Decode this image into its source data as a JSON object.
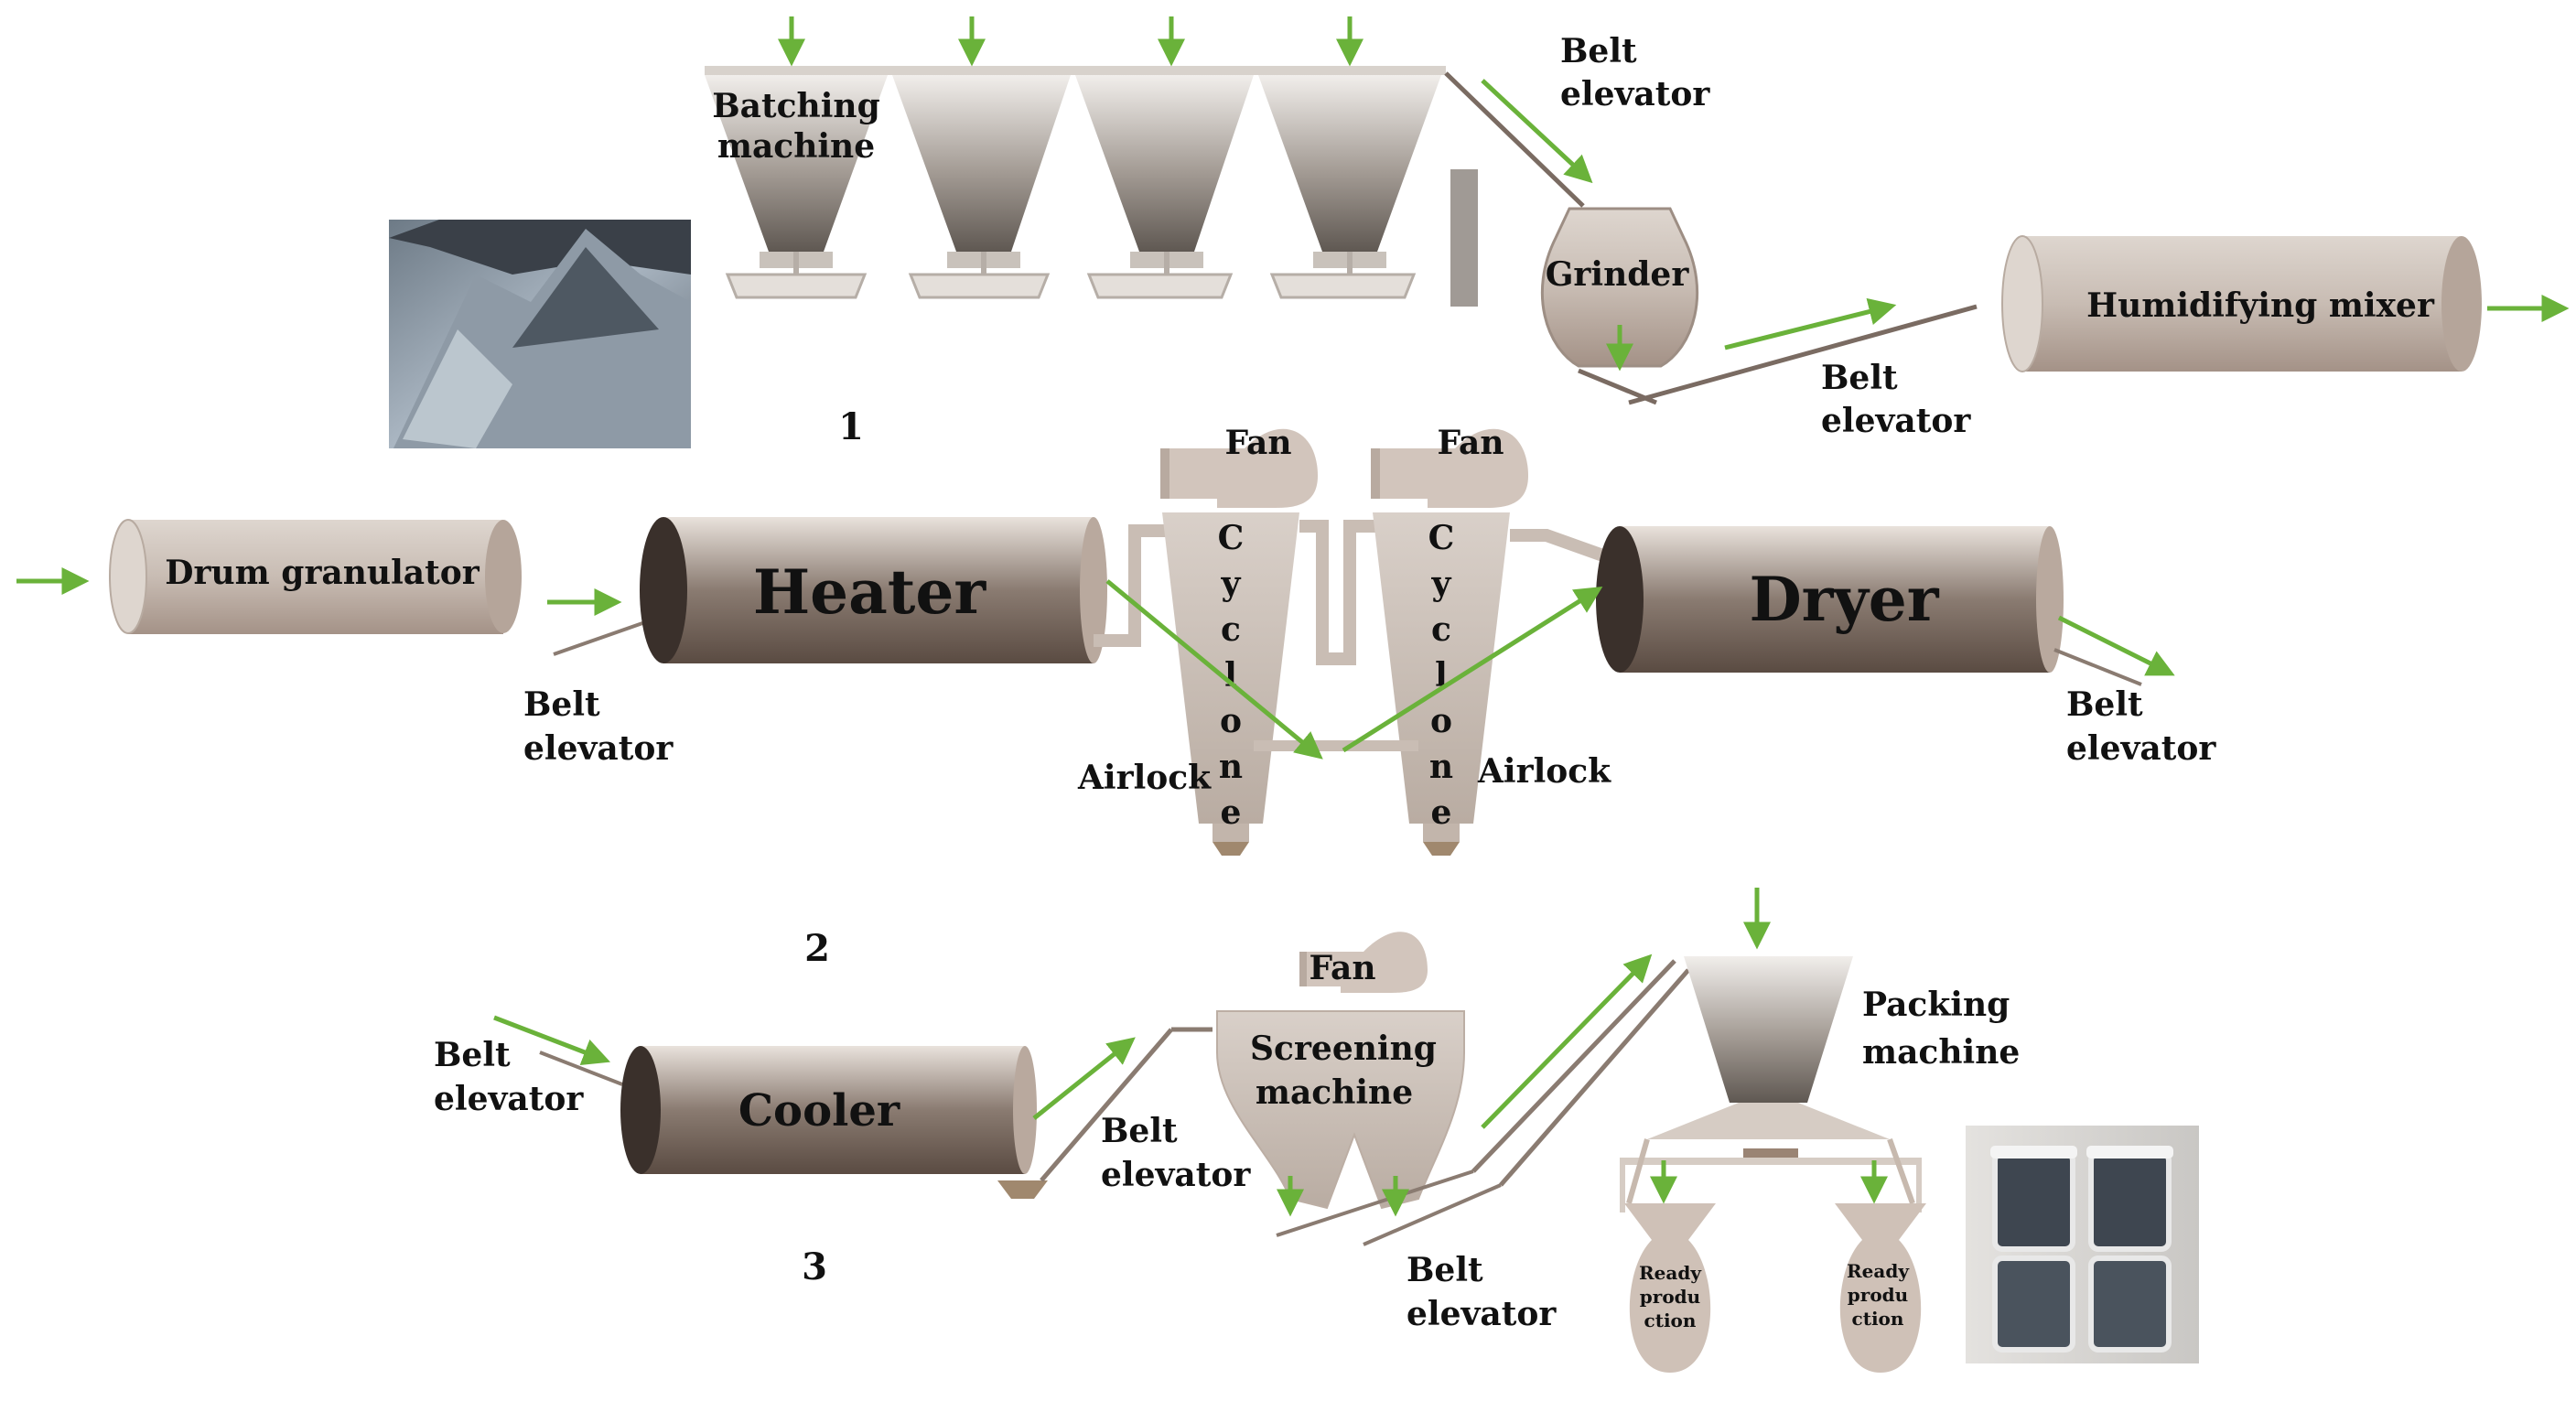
{
  "colors": {
    "arrow": "#6ab23a",
    "hopper_dark": "#6f6862",
    "hopper_light": "#ece9e6",
    "drum_dark": "#5b4d44",
    "drum_light": "#d2c9c3",
    "pale": "#cfc4bc",
    "line": "#7a6b62"
  },
  "stage_numbers": [
    "1",
    "2",
    "3"
  ],
  "stage1": {
    "batching_label": [
      "Batching",
      "machine"
    ],
    "belt_elevator_top": [
      "Belt",
      "elevator"
    ],
    "grinder": "Grinder",
    "belt_elevator_mid": [
      "Belt",
      "elevator"
    ],
    "humidifying_mixer": "Humidifying mixer",
    "photo": "raw-material-pile-photo"
  },
  "stage2": {
    "drum_granulator": "Drum granulator",
    "belt_elevator_left": [
      "Belt",
      "elevator"
    ],
    "heater": "Heater",
    "fan_left": "Fan",
    "fan_right": "Fan",
    "cyclone_letters": [
      "C",
      "y",
      "c",
      "l",
      "o",
      "n",
      "e"
    ],
    "airlock_left": "Airlock",
    "airlock_right": "Airlock",
    "dryer": "Dryer",
    "belt_elevator_right": [
      "Belt",
      "elevator"
    ]
  },
  "stage3": {
    "belt_elevator_in": [
      "Belt",
      "elevator"
    ],
    "cooler": "Cooler",
    "fan": "Fan",
    "screening": [
      "Screening",
      "machine"
    ],
    "belt_elevator_a": [
      "Belt",
      "elevator"
    ],
    "belt_elevator_b": [
      "Belt",
      "elevator"
    ],
    "packing": [
      "Packing",
      "machine"
    ],
    "ready_left": [
      "Ready",
      "produ",
      "ction"
    ],
    "ready_right": [
      "Ready",
      "produ",
      "ction"
    ],
    "photo": "packed-product-jars-photo"
  }
}
